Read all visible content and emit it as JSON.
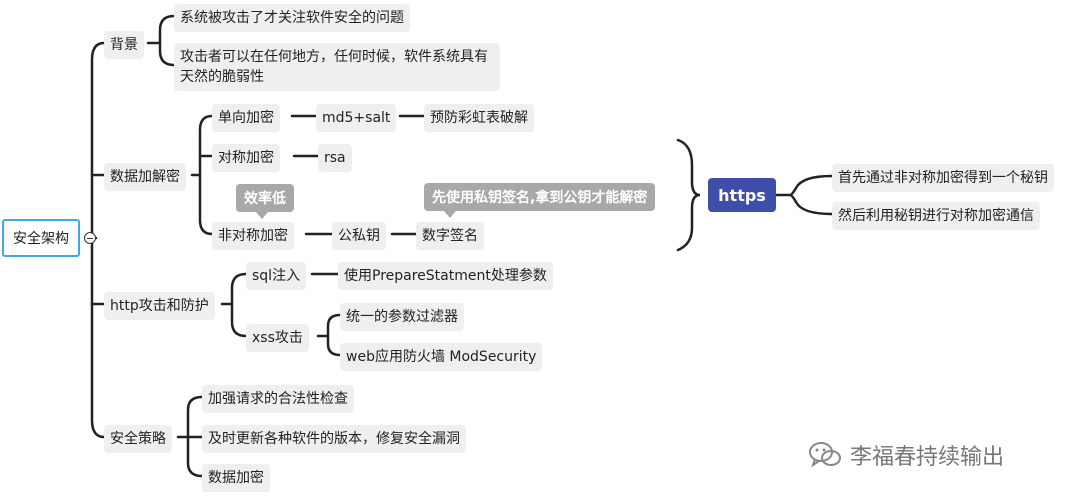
{
  "root": "安全架构",
  "branches": {
    "bg": {
      "label": "背景",
      "items": [
        "系统被攻击了才关注软件安全的问题",
        "攻击者可以在任何地方，任何时候，软件系统具有天然的脆弱性"
      ]
    },
    "crypto": {
      "label": "数据加解密",
      "oneway": {
        "label": "单向加密",
        "method": "md5+salt",
        "purpose": "预防彩虹表破解"
      },
      "sym": {
        "label": "对称加密",
        "method": "rsa"
      },
      "asym": {
        "label": "非对称加密",
        "key": "公私钥",
        "sign": "数字签名",
        "note_low": "效率低",
        "note_sign": "先使用私钥签名,拿到公钥才能解密"
      },
      "https": {
        "label": "https",
        "items": [
          "首先通过非对称加密得到一个秘钥",
          "然后利用秘钥进行对称加密通信"
        ]
      }
    },
    "http": {
      "label": "http攻击和防护",
      "sql": {
        "label": "sql注入",
        "fix": "使用PrepareStatment处理参数"
      },
      "xss": {
        "label": "xss攻击",
        "fixes": [
          "统一的参数过滤器",
          "web应用防火墙 ModSecurity"
        ]
      }
    },
    "policy": {
      "label": "安全策略",
      "items": [
        "加强请求的合法性检查",
        "及时更新各种软件的版本，修复安全漏洞",
        "数据加密"
      ]
    }
  },
  "watermark": "李福春持续输出",
  "colors": {
    "root_border": "#3fa9e6",
    "https_fill": "#3f4ea8",
    "node_fill": "#efefef",
    "note_fill": "#a8a8a8"
  }
}
